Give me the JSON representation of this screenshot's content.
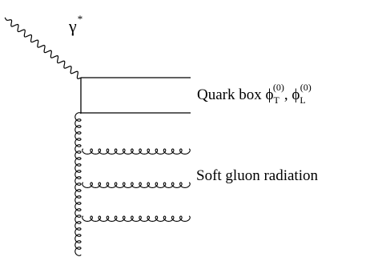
{
  "diagram": {
    "photon": {
      "symbol": "γ",
      "superscript": "*"
    },
    "quark_box": {
      "label_prefix": "Quark box ",
      "phi": "ϕ",
      "sub_t": "T",
      "sub_l": "L",
      "sup": "(0)",
      "sep": ", "
    },
    "gluon_label": "Soft gluon radiation"
  }
}
